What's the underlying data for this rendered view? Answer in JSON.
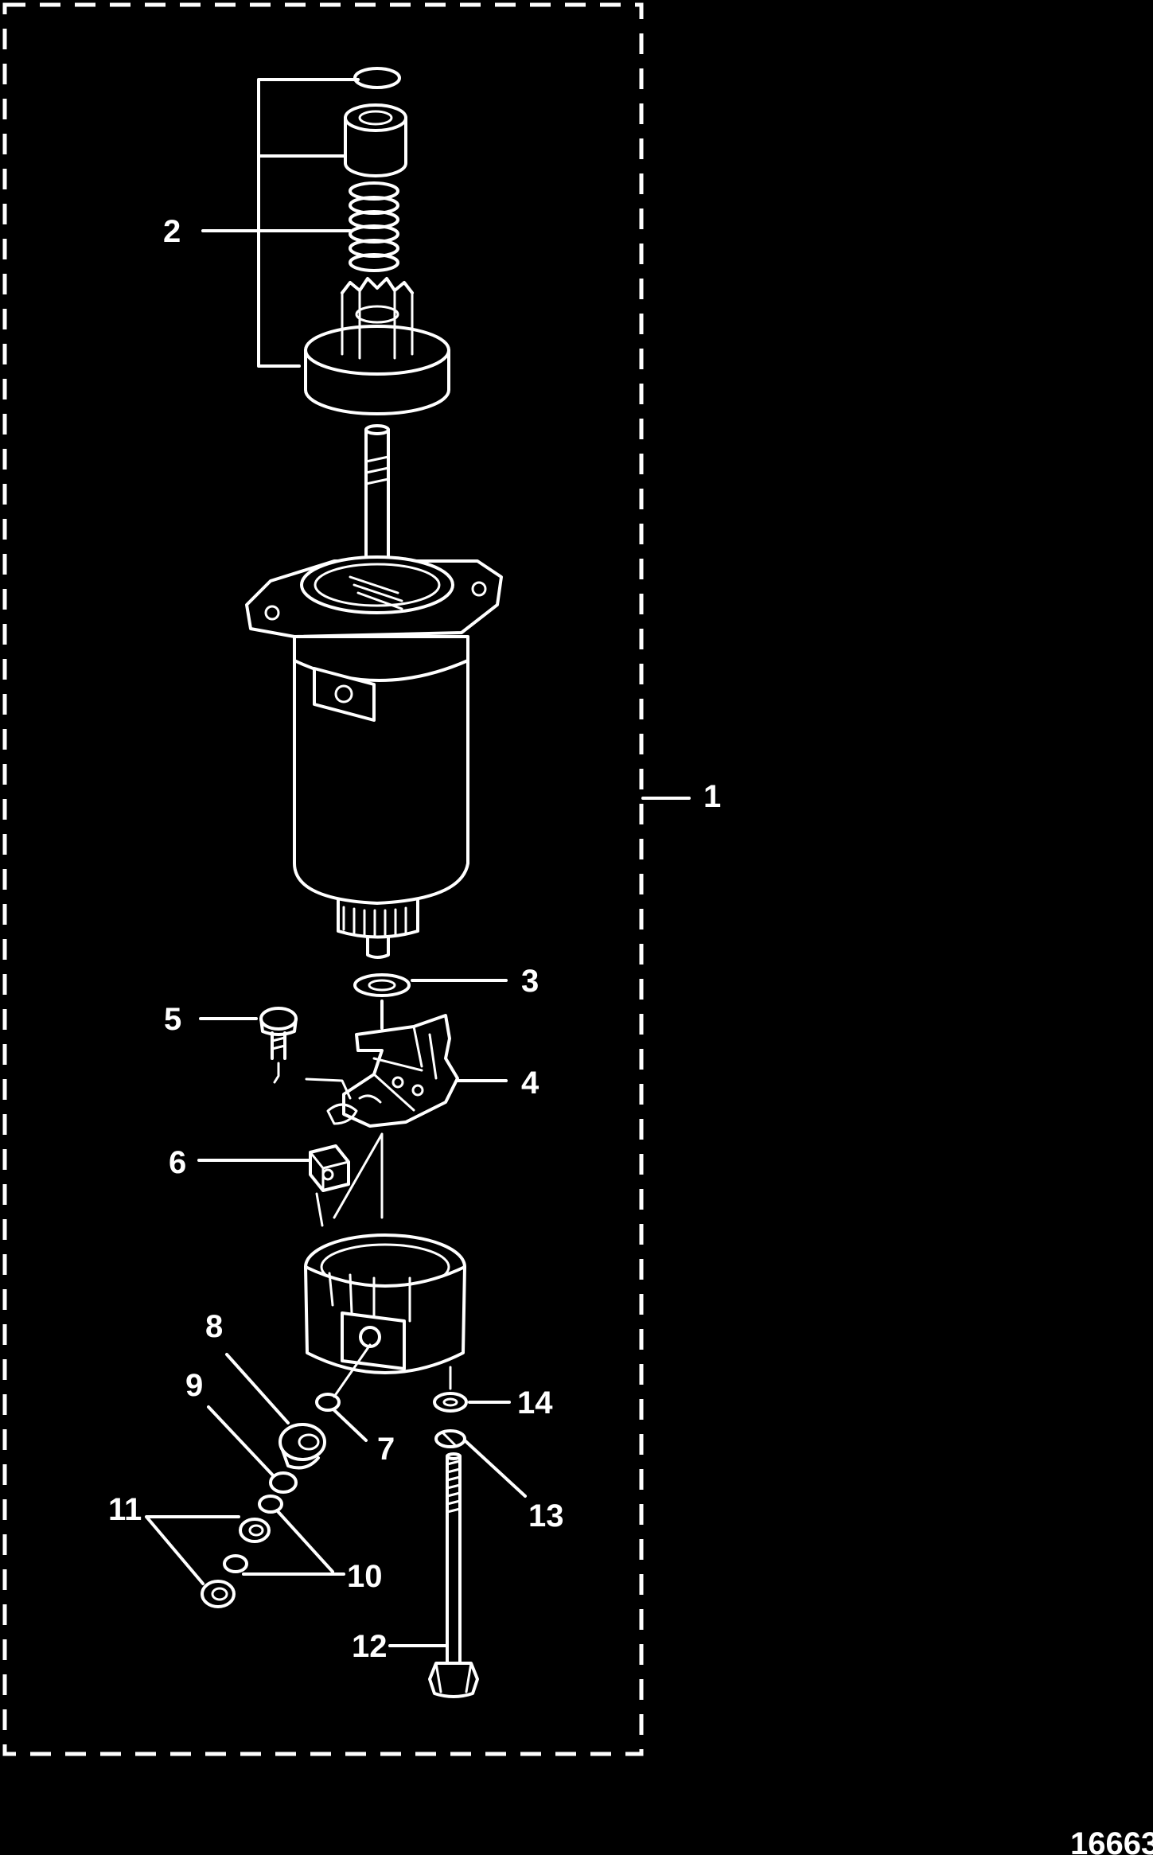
{
  "diagram": {
    "figure_number": "16663",
    "callouts": [
      {
        "id": "1",
        "text": "1"
      },
      {
        "id": "2",
        "text": "2"
      },
      {
        "id": "3",
        "text": "3"
      },
      {
        "id": "4",
        "text": "4"
      },
      {
        "id": "5",
        "text": "5"
      },
      {
        "id": "6",
        "text": "6"
      },
      {
        "id": "7",
        "text": "7"
      },
      {
        "id": "8",
        "text": "8"
      },
      {
        "id": "9",
        "text": "9"
      },
      {
        "id": "10",
        "text": "10"
      },
      {
        "id": "11",
        "text": "11"
      },
      {
        "id": "12",
        "text": "12"
      },
      {
        "id": "13",
        "text": "13"
      },
      {
        "id": "14",
        "text": "14"
      }
    ],
    "colors": {
      "background": "#000000",
      "line": "#ffffff"
    }
  }
}
